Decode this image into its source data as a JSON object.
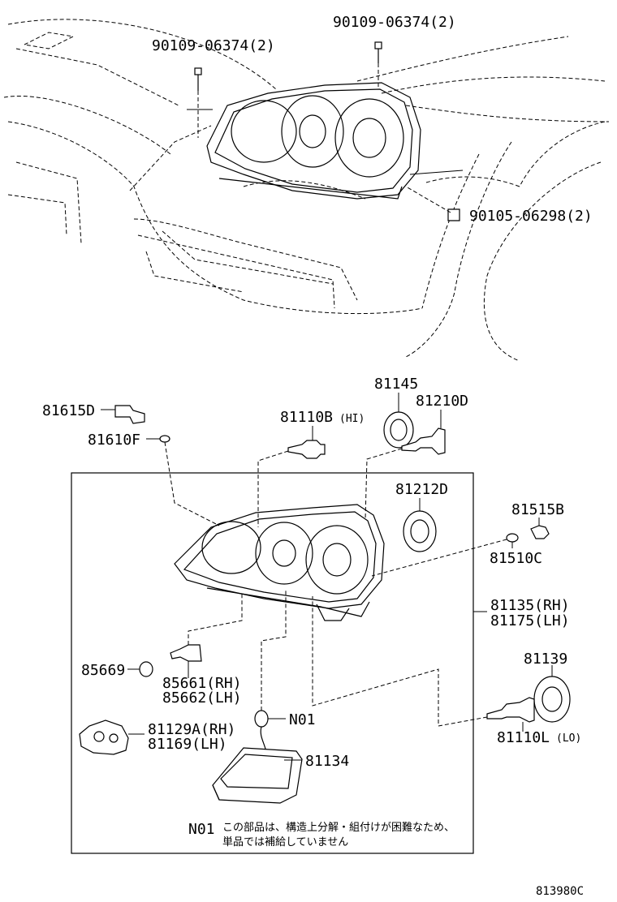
{
  "figure_ref": "813980C",
  "top_labels": {
    "screw_top_right": "90109-06374(2)",
    "screw_top_left": "90109-06374(2)",
    "clip_right": "90105-06298(2)"
  },
  "parts": {
    "p81615D": "81615D",
    "p81610F": "81610F",
    "p81110B": "81110B",
    "p81110B_tag": "(HI)",
    "p81145": "81145",
    "p81210D": "81210D",
    "p81212D": "81212D",
    "p81515B": "81515B",
    "p81510C": "81510C",
    "p81135": "81135(RH)",
    "p81175": "81175(LH)",
    "p81139": "81139",
    "p81110L": "81110L",
    "p81110L_tag": "(LO)",
    "p85669": "85669",
    "p85661": "85661(RH)",
    "p85662": "85662(LH)",
    "p81129A": "81129A(RH)",
    "p81169": "81169(LH)",
    "pN01": "N01",
    "p81134": "81134"
  },
  "note": {
    "code": "N01",
    "line1": "この部品は、構造上分解・組付けが困難なため、",
    "line2": "単品では補給していません"
  }
}
